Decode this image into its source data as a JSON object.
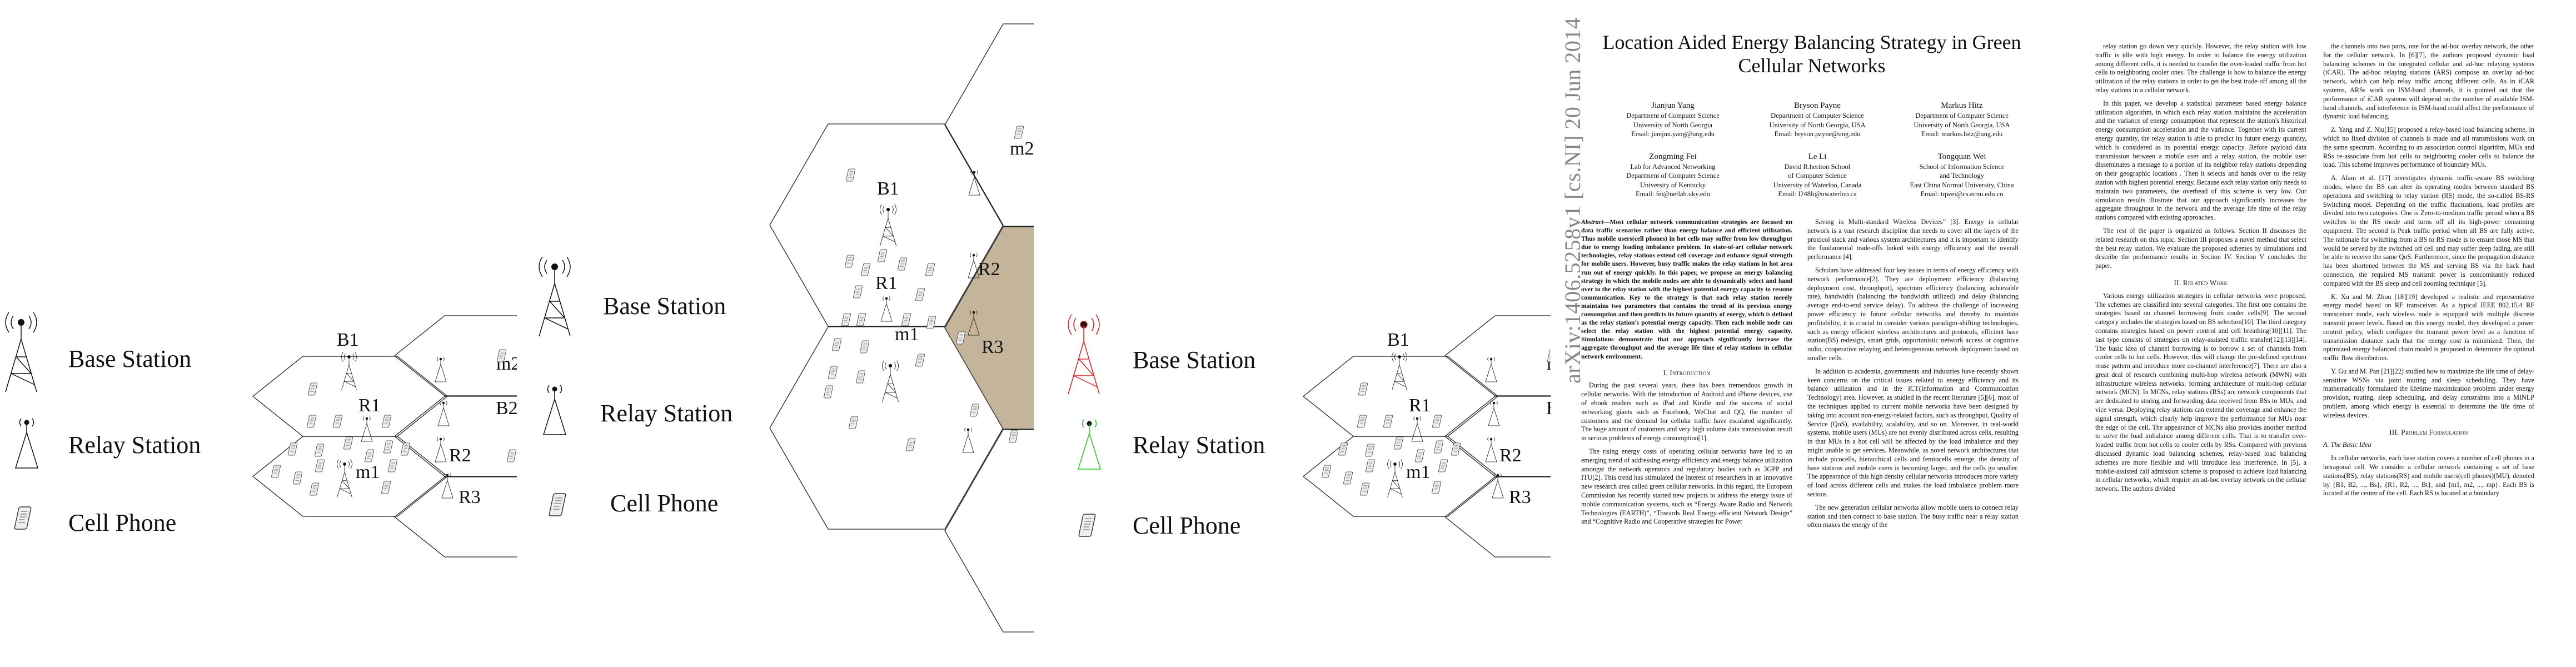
{
  "legend": {
    "base_station": "Base Station",
    "relay_station": "Relay Station",
    "cell_phone": "Cell Phone"
  },
  "diagram_labels": {
    "b1": "B1",
    "b2": "B2",
    "r1": "R1",
    "r2": "R2",
    "r3": "R3",
    "m1": "m1",
    "m2": "m2"
  },
  "colors": {
    "line": "#222222",
    "hot_cell_fill": "#c4b59a",
    "highlight_base_station": "#e02020",
    "highlight_relay_station": "#22cc22"
  },
  "paper": {
    "arxiv_stamp": "arXiv:1406.5258v1  [cs.NI]  20 Jun 2014",
    "title": "Location Aided Energy Balancing Strategy in Green Cellular Networks",
    "authors": [
      {
        "name": "Jianjun Yang",
        "lines": [
          "Department of Computer Science",
          "University of North Georgia",
          "Email: jianjun.yang@ung.edu"
        ]
      },
      {
        "name": "Bryson Payne",
        "lines": [
          "Department of Computer Science",
          "University of North Georgia, USA",
          "Email: bryson.payne@ung.edu"
        ]
      },
      {
        "name": "Markus Hitz",
        "lines": [
          "Department of Computer Science",
          "University of North Georgia, USA",
          "Email: markus.hitz@ung.edu"
        ]
      },
      {
        "name": "Zongming Fei",
        "lines": [
          "Lab for Advanced Networking",
          "Department of Computer Science",
          "University of Kentucky",
          "Email: fei@netlab.uky.edu"
        ]
      },
      {
        "name": "Le Li",
        "lines": [
          "David R.heriton School",
          "of Computer Science",
          "University of Waterloo, Canada",
          "Email: l248li@uwaterloo.ca"
        ]
      },
      {
        "name": "Tongquan Wei",
        "lines": [
          "School of Information Science",
          "and Technology",
          "East China Normal University, China",
          "Email: tqwei@cs.ecnu.edu.cn"
        ]
      }
    ],
    "abstract_label": "Abstract",
    "abstract": "—Most cellular network communication strategies are focused on data traffic scenarios rather than energy balance and efficient utilization. Thus mobile users(cell phones) in hot cells may suffer from low throughput due to energy loading imbalance problem. In state-of-art cellular network technologies, relay stations extend cell coverage and enhance signal strength for mobile users. However, busy traffic makes the relay stations in hot area run out of energy quickly. In this paper, we propose an energy balancing strategy in which the mobile nodes are able to dynamically select and hand over to the relay station with the highest potential energy capacity to resume communication. Key to the strategy is that each relay station merely maintains two parameters that contains the trend of its previous energy consumption and then predicts its future quantity of energy, which is defined as the relay station's potential energy capacity. Then each mobile node can select the relay station with the highest potential energy capacity. Simulations demonstrate that our approach significantly increase the aggregate throughput and the average life time of relay stations in cellular network environment.",
    "sections": {
      "intro": "I.   Introduction",
      "related": "II.   Related Work",
      "problem": "III.   Problem Formulation",
      "basic_idea": "A.  The Basic Idea"
    },
    "col1_paras": [
      "During the past several years, there has been tremendous growth in cellular networks. With the introduction of Android and iPhone devices, use of ebook readers such as iPad and Kindle and the success of social networking giants such as Facebook, WeChat and QQ, the number of customers and the demand for cellular traffic have escalated significantly. The huge amount of customers and very high volume data transmission result in serious problems of energy consumption[1].",
      "The rising energy costs of operating cellular networks have led to an emerging trend of addressing energy efficiency and energy balance utilization amongst the network operators and regulatory bodies such as 3GPP and ITU[2]. This trend has stimulated the interest of researchers in an innovative new research area called green cellular networks. In this regard, the European Commission has recently started new projects to address the energy issue of mobile communication systems, such as “Energy Aware Radio and Network Technologies (EARTH)”, “Towards Real Energy-efficient Network Design” and “Cognitive Radio and Cooperative strategies for Power"
    ],
    "col2_paras": [
      "Saving in Multi-standard Wireless Devices” [3]. Energy in cellular network is a vast research discipline that needs to cover all the layers of the protocol stack and various system architectures and it is important to identify the fundamental trade-offs linked with energy efficiency and the overall performance [4].",
      "Scholars have addressed four key issues in terms of energy efficiency with network performance[2]. They are deployment efficiency (balancing deployment cost, throughput), spectrum efficiency (balancing achievable rate), bandwidth (balancing the bandwidth utilized) and delay (balancing average end-to-end service delay). To address the challenge of increasing power efficiency in future cellular networks and thereby to maintain profitability, it is crucial to consider various paradigm-shifting technologies, such as energy efficient wireless architectures and protocols, efficient base station(BS) redesign, smart grids, opportunistic network access or cognitive radio, cooperative relaying and heterogeneous network deployment based on smaller cells.",
      "In addition to academia, governments and industries have recently shown keen concerns on the critical issues related to energy efficiency and its balance utilization and in the ICT(Information and Communication Technology) area. However, as studied in the recent literature [5][6], most of the techniques applied to current mobile networks have been designed by taking into account non-energy-related factors, such as throughput, Quality of Service (QoS), availability, scalability, and so on. Moreover, in real-world systems, mobile users (MUs) are not evenly distributed across cells, resulting in that MUs in a hot cell will be affected by the load imbalance and they might unable to get services. Meanwhile, as novel network architectures that include picocells, hierarchical cells and femtocells emerge, the density of base stations and mobile users is becoming larger, and the cells go smaller. The appearance of this high density cellular networks introduces more variety of load across different cells and makes the load imbalance problem more serious.",
      "The new generation cellular networks allow mobile users to connect relay station and then connect to base station. The busy traffic near a relay station often makes the energy of the"
    ],
    "col3_paras": [
      "relay station go down very quickly. However, the relay station with low traffic is idle with high energy. In order to balance the energy utilization among different cells, it is needed to transfer the over-loaded traffic from hot cells to neighboring cooler ones. The challenge is how to balance the energy utilization of the relay stations in order to get the best trade-off among all the relay stations in a cellular network.",
      "In this paper, we develop a statistical parameter based energy balance utilization algorithm, in which each relay station maintains the acceleration and the variance of energy consumption that represent the station's historical energy consumption acceleration and the variance. Together with its current energy quantity, the relay station is able to predict its future energy quantity, which is considered as its potential energy capacity. Before payload data transmission between a mobile user and a relay station, the mobile user disseminates a message to a portion of its neighbor relay stations depending on their geographic locations . Then it selects and hands over to the relay station with highest potential energy. Because each relay station only needs to maintain two parameters, the overhead of this scheme is very low. Our simulation results illustrate that our approach significantly increases the aggregate throughput in the network and the average life time of the relay stations compared with existing approaches.",
      "The rest of the paper is organized as follows. Section II discusses the related research on this topic. Section III proposes a novel method that select the best relay station. We evaluate the proposed schemes by simulations and describe the performance results in Section IV. Section V concludes the paper."
    ],
    "col3_related_paras": [
      "Various energy utilization strategies in cellular networks were proposed. The schemes are classified into several categories. The first one contains the strategies based on channel borrowing from cooler cells[9]. The second category includes the strategies based on BS selection[10]. The third category contains strategies based on power control and cell breathing[10][11]. The last type consists of strategies on relay-assisted traffic transfer[12][13][14]. The basic idea of channel borrowing is to borrow a set of channels from cooler cells to hot cells. However, this will change the pre-defined spectrum reuse pattern and introduce more co-channel interference[7]. There are also a great deal of research combining multi-hop wireless network (MWN) with infrastructure wireless networks, forming architecture of multi-hop cellular network (MCN). In MCNs, relay stations (RSs) are network components that are dedicated to storing and forwarding data received from BSs to MUs, and vice versa. Deploying relay stations can extend the coverage and enhance the signal strength, which clearly help improve the performance for MUs near the edge of the cell. The appearance of MCNs also provides another method to solve the load imbalance among different cells. That is to transfer over-loaded traffic from hot cells to cooler cells by RSs. Compared with previous discussed dynamic load balancing schemes, relay-based load balancing schemes are more flexible and will introduce less interference. In [5], a mobile-assisted call admission scheme is proposed to achieve load balancing in cellular networks, which require an ad-hoc overlay network on the cellular network. The authors divided"
    ],
    "col4_paras": [
      "the channels into two parts, one for the ad-hoc overlay network, the other for the cellular network. In [6][7], the authors proposed dynamic load balancing schemes in the integrated cellular and ad-hoc relaying systems (iCAR). The ad-hoc relaying stations (ARS) compose an overlay ad-hoc network, which can help relay traffic among different cells. As in iCAR systems, ARSs work on ISM-band channels, it is pointed out that the performance of iCAR systems will depend on the number of available ISM-band channels, and interference in ISM-band could affect the performance of dynamic load balancing.",
      "Z. Yang and Z. Niu[15] proposed a relay-based load balancing scheme, in which no fixed division of channels is made and all transmissions work on the same spectrum. According to an association control algorithm, MUs and RSs re-associate from hot cells to neighboring cooler cells to balance the load. This scheme improves performance of boundary MUs.",
      "A. Alam et al. [17] investigates dynamic traffic-aware BS switching modes, where the BS can alter its operating modes between standard BS operations and switching to relay station (RS) mode, the so-called BS-RS Switching model. Depending on the traffic fluctuations, load profiles are divided into two categories. One is Zero-to-medium traffic period when a BS switches to the RS mode and turns off all its high-power consuming equipment. The second is Peak traffic period when all BS are fully active. The rationale for switching from a BS to RS mode is to ensure those MS that would be served by the switched off cell and may suffer deep fading, are still be able to receive the same QoS. Furthermore, since the propagation distance has been shortened between the MS and serving BS via the back haul connection, the required MS transmit power is concomitantly reduced compared with the BS sleep and cell zooming technique [5].",
      "K. Xu and M. Zhou [18][19] developed a realistic and representative energy model based on RF transceiver. As a typical IEEE 802.15.4 RF transceiver mode, each wireless node is equipped with multiple discrete transmit power levels. Based on this energy model, they developed a power control policy, which configure the transmit power level as a function of transmission distance such that the energy cost is minimized. Then, the optimized energy balanced chain model is proposed to determine the optimal traffic flow distribution.",
      "Y. Gu and M. Pan [21][22] studied how to maximize the life time of delay-sensitive WSNs via joint routing and sleep scheduling. They have mathematically formulated the lifetime maximization problem under energy provision, routing, sleep scheduling, and delay constraints into a MINLP problem, among which energy is essential to determine the life time of wireless devices."
    ],
    "col4_problem_paras": [
      "In cellular networks, each base station covers a number of cell phones in a hexagonal cell. We consider a cellular network containing a set of base stations(BS), relay stations(RS) and mobile users(cell phones)(MU), denoted by {B1, B2, ..., Bs}, {R1, R2, ..., Bt}, and {m1, m2, ..., mp}. Each BS is located at the center of the cell. Each RS is located at a boundary"
    ]
  }
}
